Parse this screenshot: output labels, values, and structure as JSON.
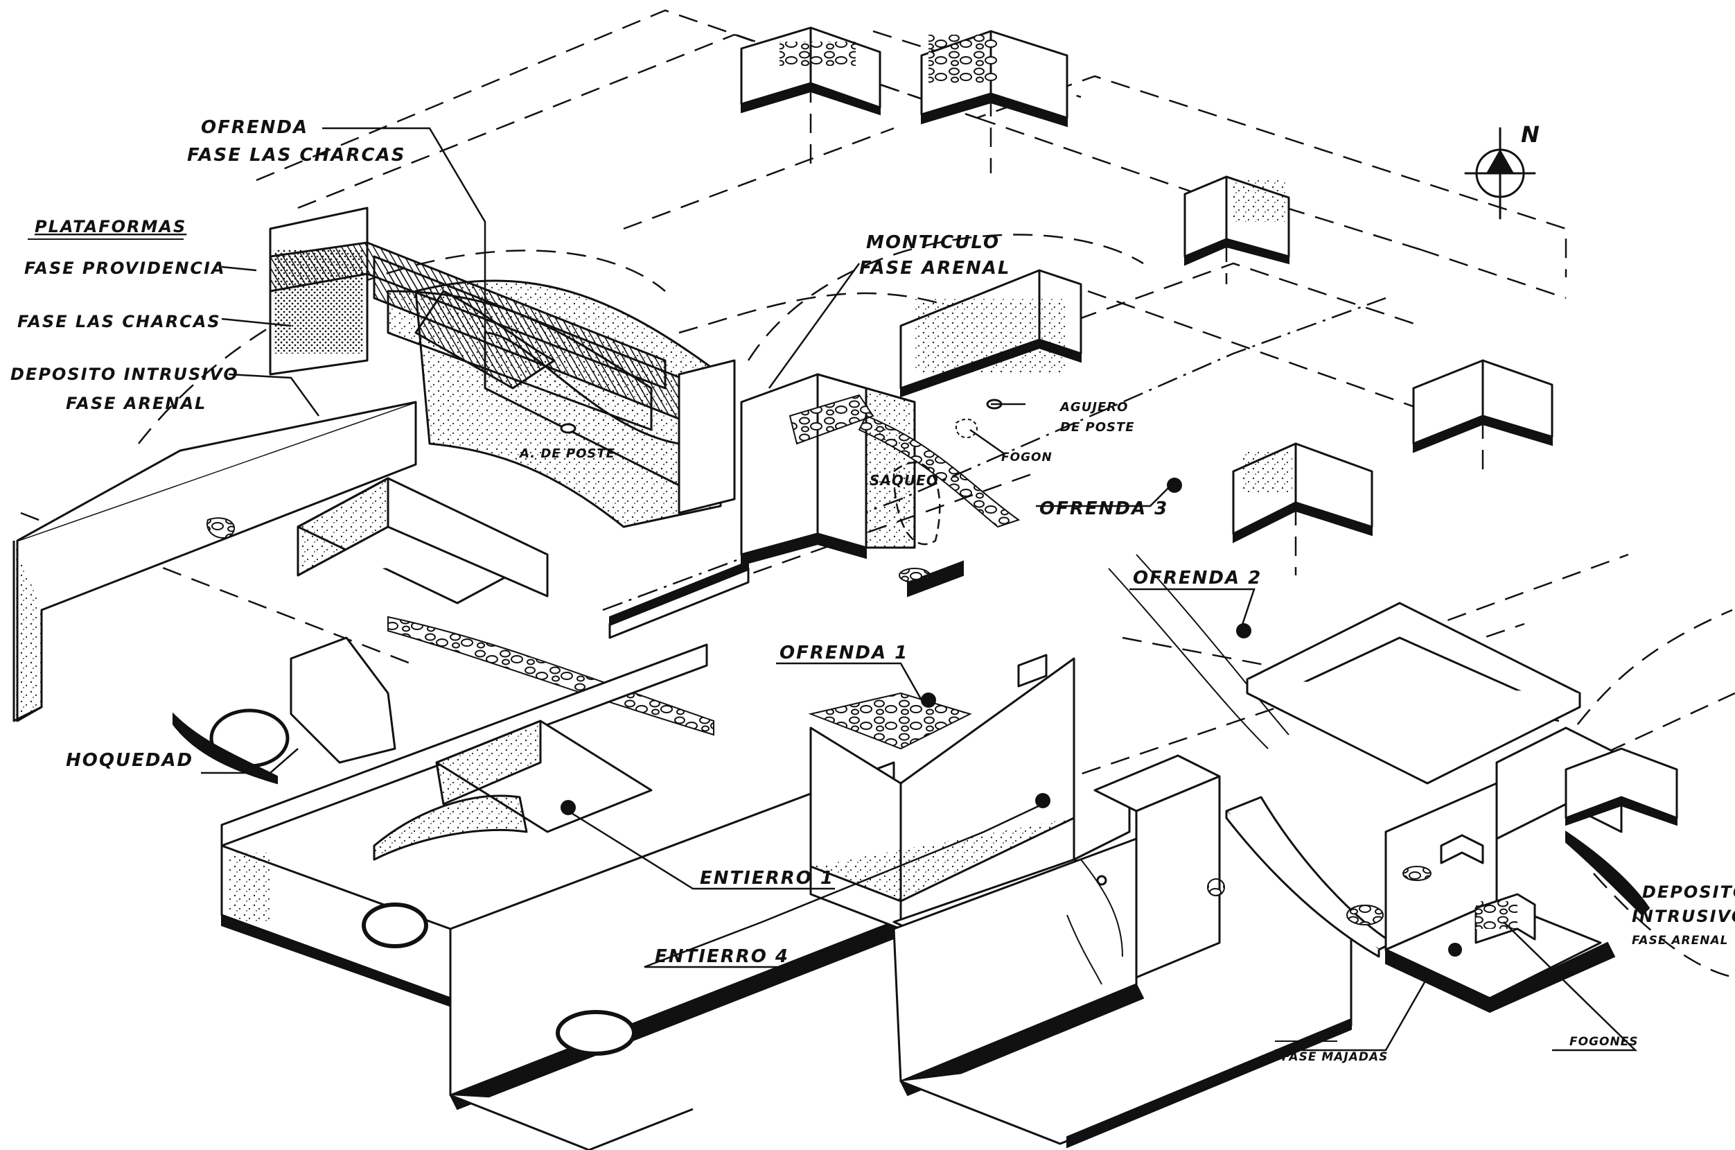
{
  "labels": {
    "ofrenda_charcas_1": "OFRENDA",
    "ofrenda_charcas_2": "FASE LAS CHARCAS",
    "plataformas": "PLATAFORMAS",
    "fase_providencia": "FASE PROVIDENCIA",
    "fase_las_charcas": "FASE LAS CHARCAS",
    "deposito_intrusivo_left_1": "DEPOSITO INTRUSIVO",
    "deposito_intrusivo_left_2": "FASE ARENAL",
    "a_de_poste": "A. DE POSTE",
    "monticulo_1": "MONTICULO",
    "monticulo_2": "FASE ARENAL",
    "agujero_1": "AGUJERO",
    "agujero_2": "DE POSTE",
    "fogon": "FOGON",
    "saqueo": "SAQUEO",
    "ofrenda_3": "OFRENDA 3",
    "ofrenda_2": "OFRENDA 2",
    "ofrenda_1": "OFRENDA 1",
    "hoquedad": "HOQUEDAD",
    "entierro_1": "ENTIERRO 1",
    "entierro_4": "ENTIERRO 4",
    "deposito_right_1": "DEPOSITO",
    "deposito_right_2": "INTRUSIVO",
    "deposito_right_3": "FASE ARENAL",
    "fase_majadas": "FASE MAJADAS",
    "fogones": "FOGONES",
    "north": "N"
  },
  "icons": {
    "north_arrow": "north-arrow-icon"
  },
  "colors": {
    "ink": "#111111",
    "paper": "#ffffff"
  }
}
